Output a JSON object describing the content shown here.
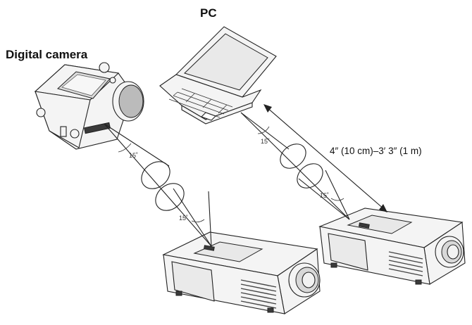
{
  "labels": {
    "pc": "PC",
    "camera": "Digital camera",
    "distance": "4″ (10 cm)–3′ 3″ (1 m)",
    "angle": "15˚"
  },
  "devices": [
    {
      "name": "laptop",
      "icon": "laptop-icon"
    },
    {
      "name": "digital camera",
      "icon": "camera-icon"
    },
    {
      "name": "projector left",
      "icon": "projector-icon"
    },
    {
      "name": "projector right",
      "icon": "projector-icon"
    }
  ]
}
